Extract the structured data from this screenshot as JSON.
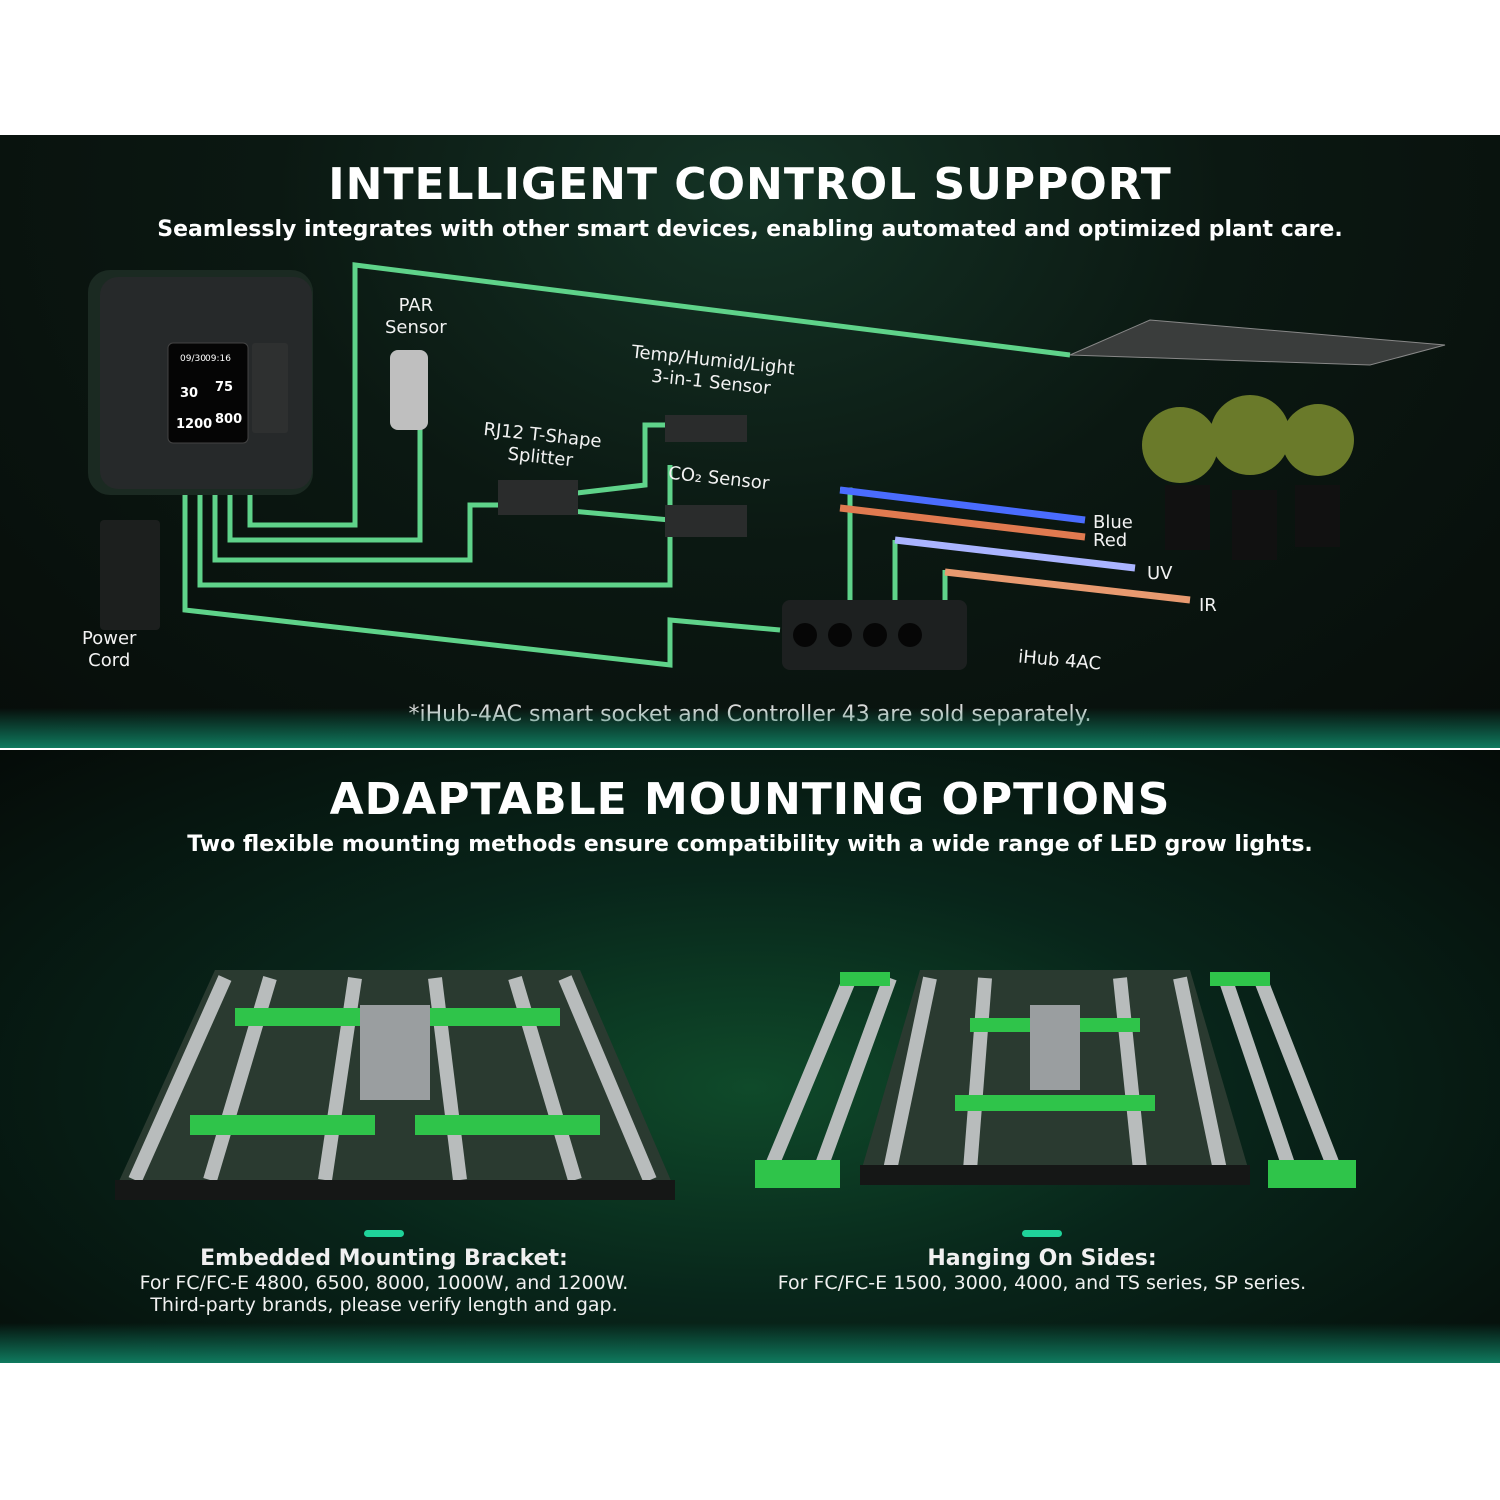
{
  "section1": {
    "title": "INTELLIGENT CONTROL SUPPORT",
    "subtitle": "Seamlessly integrates with other smart devices, enabling automated and optimized plant care.",
    "labels": {
      "par": "PAR\nSensor",
      "temp": "Temp/Humid/Light\n3-in-1 Sensor",
      "splitter": "RJ12 T-Shape\nSplitter",
      "co2": "CO₂ Sensor",
      "blue": "Blue",
      "red": "Red",
      "uv": "UV",
      "ir": "IR",
      "ihub": "iHub 4AC",
      "power": "Power\nCord"
    },
    "controller_screen": {
      "date": "09/30",
      "time": "09:16",
      "temp": "30",
      "humidity": "75",
      "ppfd": "1200",
      "co2": "800"
    },
    "note": "*iHub-4AC smart socket and Controller 43 are sold separately.",
    "wire_color": "#5fd38a"
  },
  "section2": {
    "title": "ADAPTABLE MOUNTING OPTIONS",
    "subtitle": "Two flexible mounting methods ensure compatibility with a wide range of LED grow lights.",
    "options": [
      {
        "title": "Embedded Mounting Bracket:",
        "line1": "For FC/FC-E 4800, 6500, 8000, 1000W, and 1200W.",
        "line2": "Third-party brands, please verify length and gap."
      },
      {
        "title": "Hanging On Sides:",
        "line1": "For FC/FC-E 1500, 3000, 4000, and TS series, SP series."
      }
    ],
    "accent": "#1fd39a",
    "bracket_color": "#2fc44a"
  }
}
